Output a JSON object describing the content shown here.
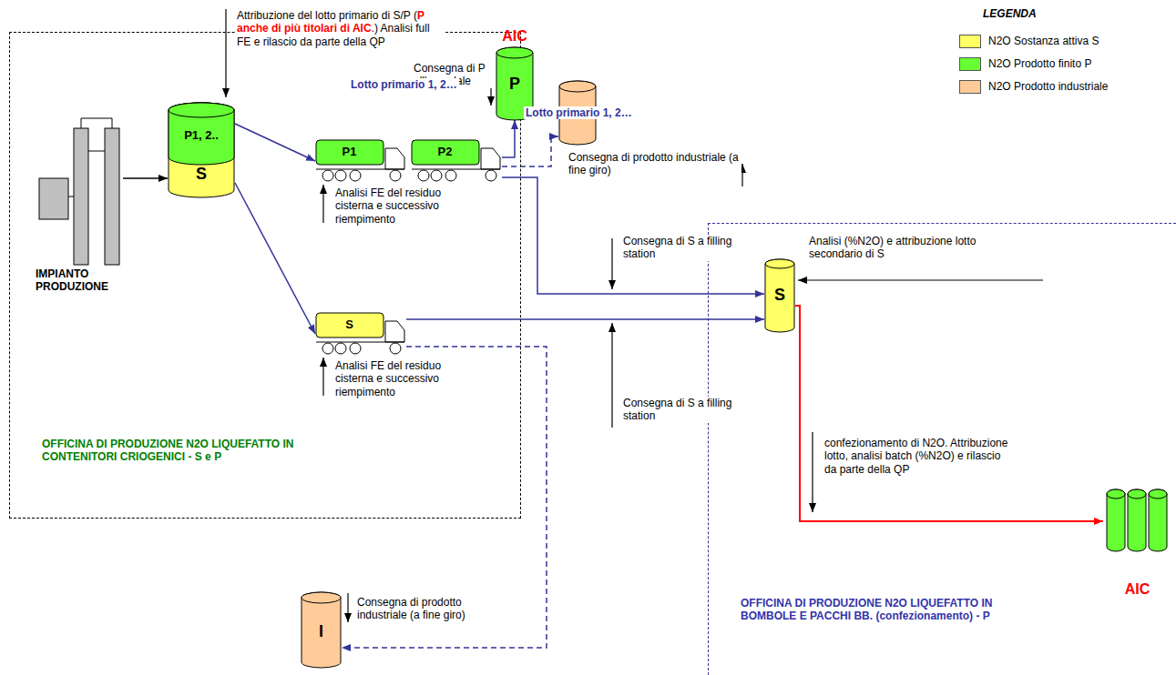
{
  "diagram": {
    "nodes": [
      {
        "text": [
          "OFFICINA DI PRODUZIONE N2O LIQUEFATTO IN CONTENITORI CRIOGENICI - S e P"
        ]
      },
      {
        "text": [
          "IMPIANTO PRODUZIONE"
        ],
        "in": 0
      },
      {
        "text": [
          "P1, 2..",
          "S"
        ],
        "in": 0
      },
      {
        "text": [
          "P1"
        ],
        "in": 0
      },
      {
        "text": [
          "P2"
        ],
        "in": 0
      },
      {
        "text": [
          "S"
        ],
        "in": 0
      },
      {
        "text": [
          "AIC",
          "P"
        ]
      },
      {
        "text": [
          "I"
        ]
      },
      {
        "text": [
          "OFFICINA DI PRODUZIONE N2O LIQUEFATTO IN BOMBOLE E PACCHI BB. (confezionamento) - P"
        ]
      },
      {
        "text": [
          "S"
        ],
        "in": 8
      },
      {
        "text": [
          "AIC"
        ],
        "in": 8
      },
      {
        "text": [
          "I"
        ]
      }
    ],
    "edges": [
      {
        "from": 1,
        "to": 2,
        "arrow": "to"
      },
      {
        "from": 2,
        "to": 3,
        "label": "Lotto primario 1, 2…",
        "arrow": "to"
      },
      {
        "from": 2,
        "to": 5,
        "arrow": "to"
      },
      {
        "from": 4,
        "to": 6,
        "label": "Lotto primario 1, 2…",
        "arrow": "to"
      },
      {
        "from": 4,
        "to": 7,
        "arrow": "to"
      },
      {
        "from": 4,
        "to": 9,
        "arrow": "to"
      },
      {
        "from": 5,
        "to": 9,
        "arrow": "to"
      },
      {
        "from": 5,
        "to": 11,
        "arrow": "to"
      },
      {
        "from": 9,
        "to": 10,
        "arrow": "to"
      }
    ],
    "labels": [
      "Attribuzione del lotto primario di S/P (",
      "P anche di più titolari di AIC",
      ".) Analisi full FE e rilascio da parte della QP",
      "Consegna di P all'ospedale",
      "Consegna di prodotto industriale (a fine giro)",
      "Analisi FE del residuo cisterna e successivo riempimento",
      "Consegna di S a filling station",
      "Analisi FE del residuo cisterna e successivo riempimento",
      "Consegna di S a filling station",
      "Analisi (%N2O) e attribuzione lotto secondario di S",
      "confezionamento di N2O. Attribuzione lotto, analisi batch (%N2O) e rilascio da parte della QP",
      "Consegna di prodotto industriale (a fine giro)",
      "LEGENDA"
    ],
    "legend": [
      {
        "text": "N2O Sostanza attiva S",
        "color": "#ffff66"
      },
      {
        "text": "N2O Prodotto finito P",
        "color": "#66ff33"
      },
      {
        "text": "N2O Prodotto industriale",
        "color": "#ffcc99"
      }
    ]
  }
}
